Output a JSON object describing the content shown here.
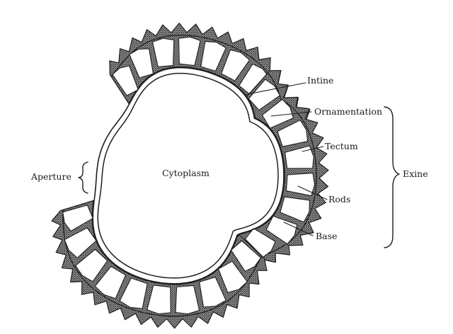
{
  "labels": {
    "intine": "Intine",
    "ornamentation": "Ornamentation",
    "tectum": "Tectum",
    "rods": "Rods",
    "base": "Base",
    "exine": "Exine",
    "aperture": "Aperture",
    "cytoplasm": "Cytoplasm"
  },
  "colors": {
    "ink": "#1e1e1e",
    "stipple": "#2a2a2a",
    "cell": "#ffffff",
    "background": "#ffffff"
  }
}
